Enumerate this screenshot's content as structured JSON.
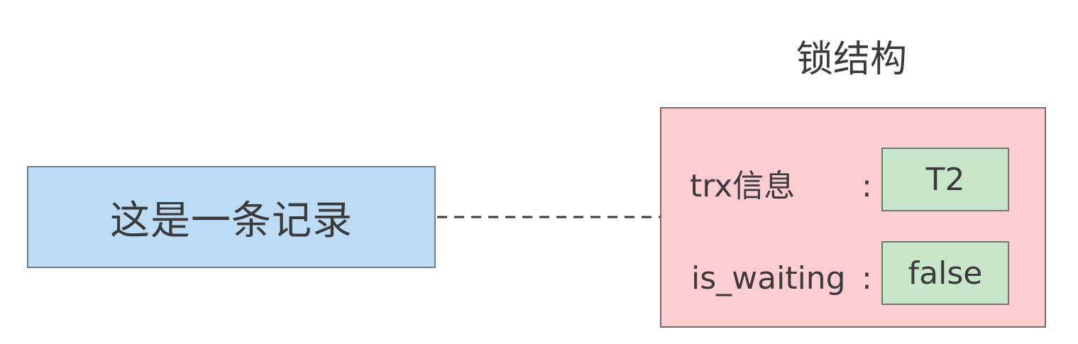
{
  "lock_structure": {
    "title": "锁结构",
    "fields": [
      {
        "name": "trx信息",
        "separator": ":",
        "value": "T2"
      },
      {
        "name": "is_waiting",
        "separator": ":",
        "value": "false"
      }
    ]
  },
  "record": {
    "label": "这是一条记录"
  },
  "colors": {
    "record_fill": "#bcdcf5",
    "lock_fill": "#fecdd2",
    "value_fill": "#c8e6c9",
    "text": "#3a3a3a"
  }
}
